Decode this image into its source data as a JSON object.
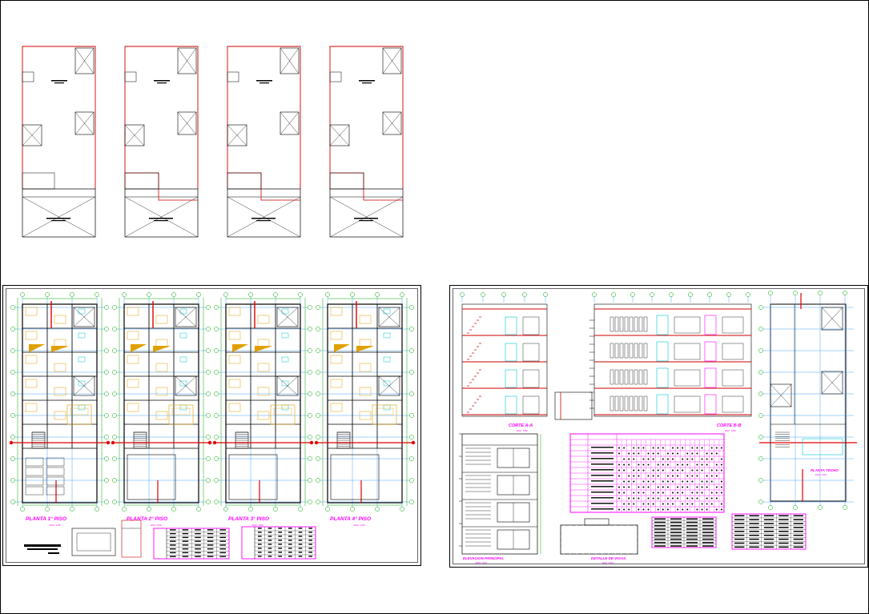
{
  "colors": {
    "background": "#ffffff",
    "sheet_border": "#000000",
    "property_line": "#cc0000",
    "axis_blue": "#1e90ff",
    "grid_green": "#00aa00",
    "label_magenta": "#ff00ff",
    "furniture_orange": "#e0a000",
    "wall_black": "#000000",
    "cyan": "#00c8d0"
  },
  "sheet1": {
    "plan_titles": [
      "PLANTA 1° PISO",
      "PLANTA 2° PISO",
      "PLANTA 3° PISO",
      "PLANTA 4° PISO"
    ],
    "plan_scales": [
      "ESC: 1/50",
      "ESC: 1/50",
      "ESC: 1/50",
      "ESC: 1/50"
    ]
  },
  "sheet2": {
    "section_titles": [
      "CORTE A-A",
      "CORTE B-B"
    ],
    "elevation_title": "ELEVACION PRINCIPAL",
    "detail_title": "DETALLE DE VIGAS",
    "stair_title": "PLANTA TECHO",
    "scale_text": "ESC: 1/50"
  }
}
